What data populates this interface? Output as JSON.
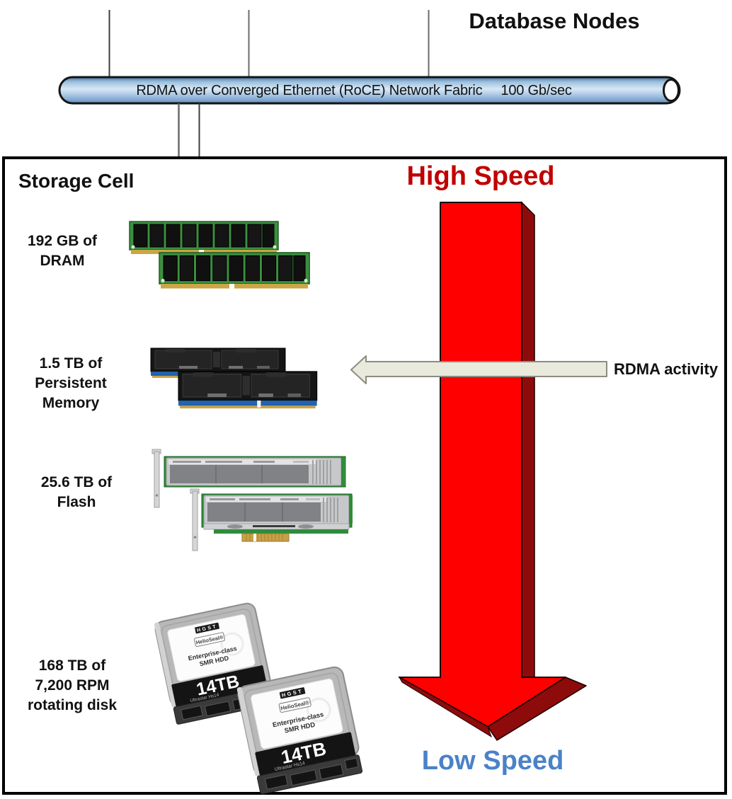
{
  "header": {
    "title": "Database Nodes"
  },
  "fabric": {
    "label": "RDMA over Converged Ethernet (RoCE) Network Fabric",
    "speed": "100 Gb/sec"
  },
  "storage_cell": {
    "title": "Storage Cell",
    "tiers": [
      {
        "id": "dram",
        "label": "192 GB of\nDRAM"
      },
      {
        "id": "persistent",
        "label": "1.5 TB of\nPersistent\nMemory"
      },
      {
        "id": "flash",
        "label": "25.6 TB of\nFlash"
      },
      {
        "id": "rotating-disk",
        "label": "168 TB of\n7,200 RPM\nrotating disk"
      }
    ]
  },
  "speed_scale": {
    "high_label": "High Speed",
    "low_label": "Low Speed"
  },
  "rdma": {
    "label": "RDMA activity"
  },
  "hdd": {
    "brand": "HGST",
    "seal": "HelioSeal®",
    "class_text": "Enterprise-class",
    "type_text": "SMR HDD",
    "capacity": "14TB",
    "model": "Ultrastar Hs14"
  },
  "colors": {
    "high_speed": "#C00000",
    "low_speed": "#4A82C8",
    "arrow_red": "#FE0000",
    "arrow_dark_red": "#8E0B0B",
    "rdma_fill": "#E9EADB"
  }
}
